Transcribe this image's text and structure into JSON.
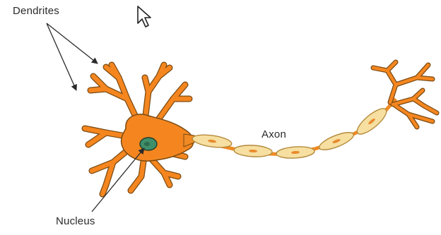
{
  "labels": {
    "dendrites": "Dendrites",
    "axon": "Axon",
    "nucleus": "Nucleus"
  },
  "icons": {
    "cursor": "mouse-pointer-icon"
  },
  "colors": {
    "cell_body": "#F5861F",
    "cell_outline": "#7A4A12",
    "nucleus": "#3F8F6A",
    "myelin": "#F6DFA0",
    "myelin_outline": "#B48A3C",
    "myelin_mark": "#E88A2E",
    "axon_node": "#F08A24",
    "pointer_lines": "#2a2a2a"
  }
}
